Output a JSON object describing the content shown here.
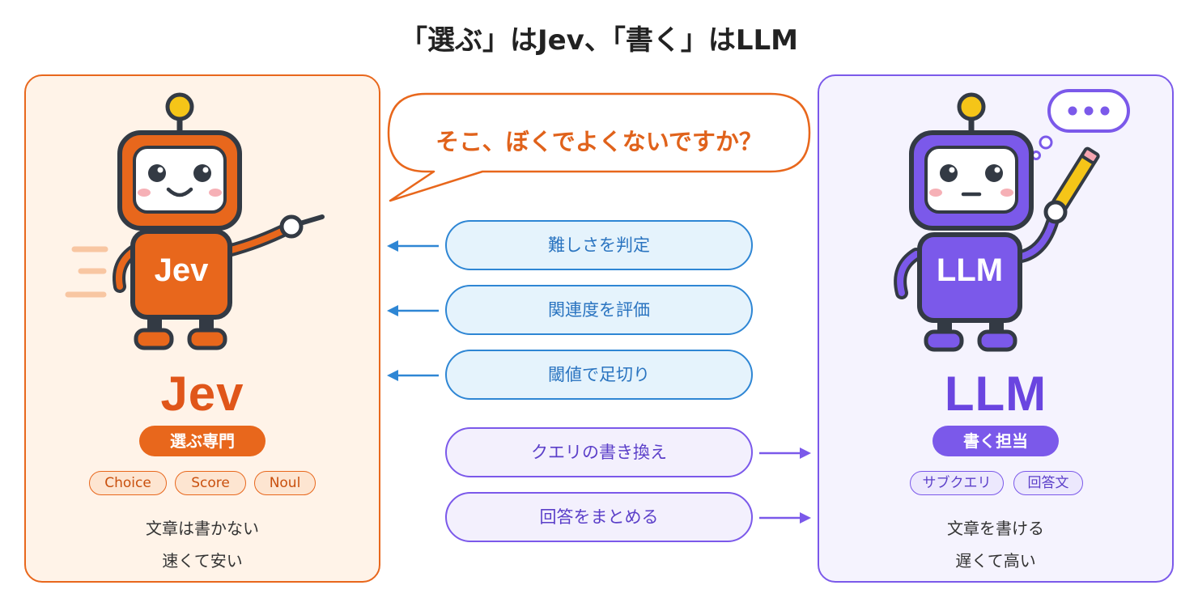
{
  "title": "「選ぶ」はJev、「書く」はLLM",
  "speech_bubble": "そこ、ぼくでよくないですか？",
  "jev": {
    "body_label": "Jev",
    "name": "Jev",
    "role": "選ぶ専門",
    "tags": [
      "Choice",
      "Score",
      "Noul"
    ],
    "desc": [
      "文章は書かない",
      "速くて安い"
    ]
  },
  "llm": {
    "body_label": "LLM",
    "name": "LLM",
    "role": "書く担当",
    "tags": [
      "サブクエリ",
      "回答文"
    ],
    "desc": [
      "文章を書ける",
      "遅くて高い"
    ]
  },
  "jev_tasks": [
    "難しさを判定",
    "関連度を評価",
    "閾値で足切り"
  ],
  "llm_tasks": [
    "クエリの書き換え",
    "回答をまとめる"
  ],
  "colors": {
    "jev": "#e8671c",
    "llm": "#7b59ea",
    "blue": "#2e86d4",
    "dark": "#333a44",
    "antenna": "#f5c518"
  }
}
